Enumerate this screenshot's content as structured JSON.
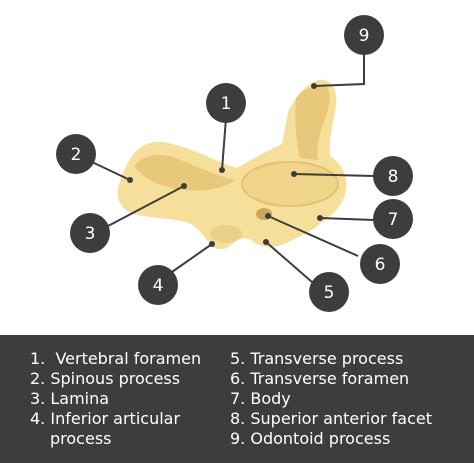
{
  "colors": {
    "bone": "#f6df9b",
    "bone_shadow": "#e8c97c",
    "marker": "#3c3d3f",
    "leader": "#3c3d3f",
    "legend_bg": "#3c3d3f",
    "legend_text": "#ffffff"
  },
  "markers": [
    {
      "num": "1"
    },
    {
      "num": "2"
    },
    {
      "num": "3"
    },
    {
      "num": "4"
    },
    {
      "num": "5"
    },
    {
      "num": "6"
    },
    {
      "num": "7"
    },
    {
      "num": "8"
    },
    {
      "num": "9"
    }
  ],
  "legend": {
    "left": [
      {
        "index": "1.",
        "text": "Vertebral foramen",
        "cont": ""
      },
      {
        "index": "2.",
        "text": "Spinous process",
        "cont": ""
      },
      {
        "index": "3.",
        "text": "Lamina",
        "cont": ""
      },
      {
        "index": "4.",
        "text": "Inferior articular",
        "cont": "process"
      }
    ],
    "right": [
      {
        "index": "5.",
        "text": "Transverse process",
        "cont": ""
      },
      {
        "index": "6.",
        "text": "Transverse foramen",
        "cont": ""
      },
      {
        "index": "7.",
        "text": "Body",
        "cont": ""
      },
      {
        "index": "8.",
        "text": "Superior anterior facet",
        "cont": ""
      },
      {
        "index": "9.",
        "text": "Odontoid process",
        "cont": ""
      }
    ]
  }
}
